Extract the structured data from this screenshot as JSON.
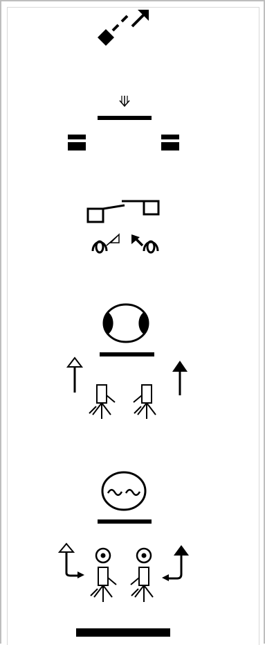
{
  "document": {
    "kind": "signwriting-column",
    "signs": [
      {
        "name": "diamond-with-arrow"
      },
      {
        "name": "bar-with-down-arrow"
      },
      {
        "name": "offset-squares"
      },
      {
        "name": "face-with-filled-sides"
      },
      {
        "name": "face-with-tilde-eyes"
      }
    ]
  },
  "colors": {
    "ink": "#000000",
    "paper": "#ffffff",
    "border": "#bdbdbd"
  }
}
